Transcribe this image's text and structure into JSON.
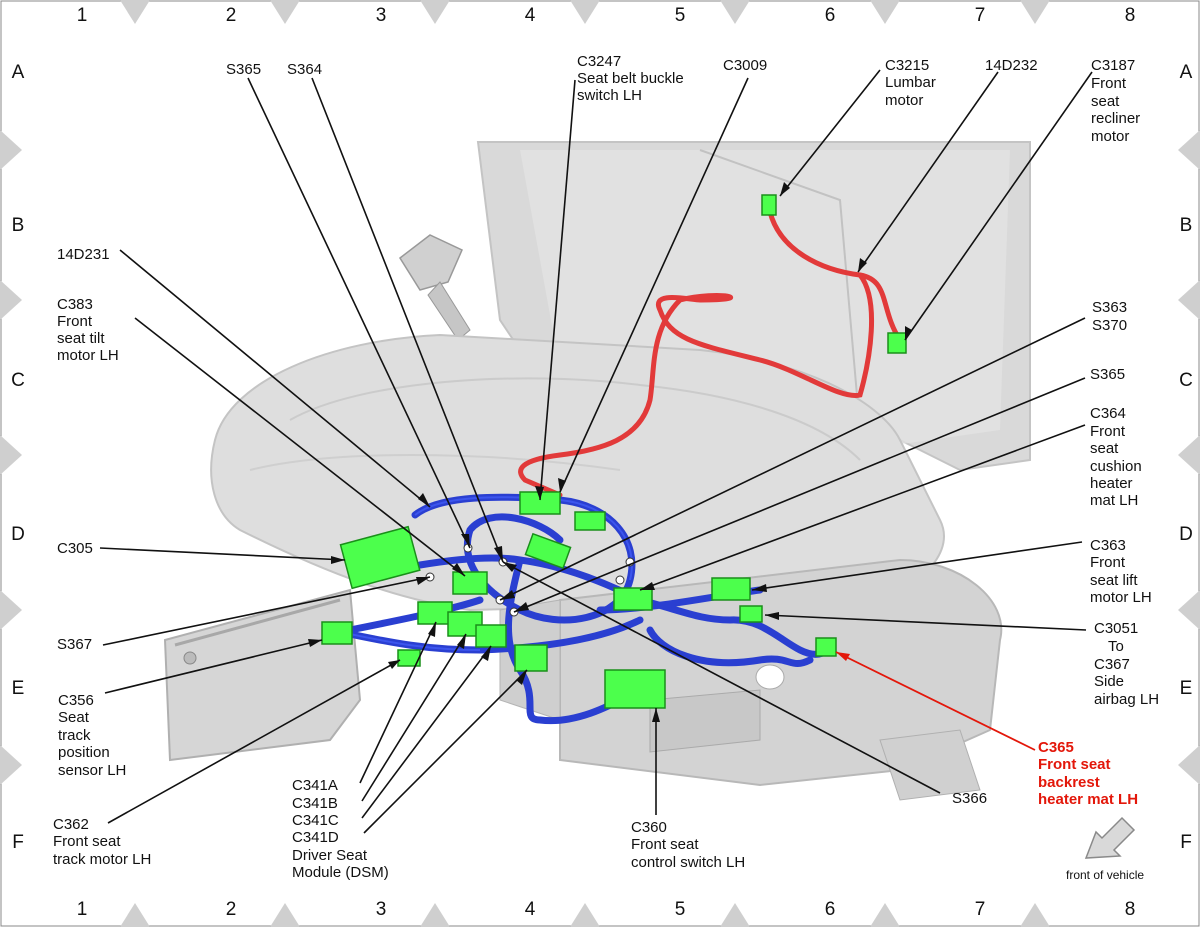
{
  "grid": {
    "columns": [
      "1",
      "2",
      "3",
      "4",
      "5",
      "6",
      "7",
      "8"
    ],
    "rows": [
      "A",
      "B",
      "C",
      "D",
      "E",
      "F"
    ]
  },
  "labels": {
    "s365_top": "S365",
    "s364": "S364",
    "c3247": [
      "C3247",
      "Seat belt buckle",
      "switch LH"
    ],
    "c3009": "C3009",
    "c3215": [
      "C3215",
      "Lumbar",
      "motor"
    ],
    "d14d232": "14D232",
    "c3187": [
      "C3187",
      "Front",
      "seat",
      "recliner",
      "motor"
    ],
    "d14d231": "14D231",
    "c383": [
      "C383",
      "Front",
      "seat tilt",
      "motor LH"
    ],
    "s363": [
      "S363",
      "S370"
    ],
    "s365_right": "S365",
    "c364": [
      "C364",
      "Front",
      "seat",
      "cushion",
      "heater",
      "mat LH"
    ],
    "c305": "C305",
    "c363": [
      "C363",
      "Front",
      "seat lift",
      "motor LH"
    ],
    "s367": "S367",
    "c3051": [
      "C3051",
      "To",
      "C367",
      "Side",
      "airbag LH"
    ],
    "c356": [
      "C356",
      "Seat",
      "track",
      "position",
      "sensor LH"
    ],
    "c365": [
      "C365",
      "Front seat",
      "backrest",
      "heater mat LH"
    ],
    "c341": [
      "C341A",
      "C341B",
      "C341C",
      "C341D",
      "Driver Seat",
      "Module (DSM)"
    ],
    "s366": "S366",
    "c362": [
      "C362",
      "Front seat",
      "track motor LH"
    ],
    "c360": [
      "C360",
      "Front seat",
      "control switch LH"
    ],
    "front": "front of vehicle"
  },
  "colors": {
    "seat_fill": "#dcdcdc",
    "seat_stroke": "#bdbdbd",
    "harness_blue": "#2a3fd1",
    "harness_red": "#e23a3a",
    "connector_green": "#4cff4c",
    "highlight_red": "#e3170a",
    "grid_gray": "#c8c8c8"
  }
}
